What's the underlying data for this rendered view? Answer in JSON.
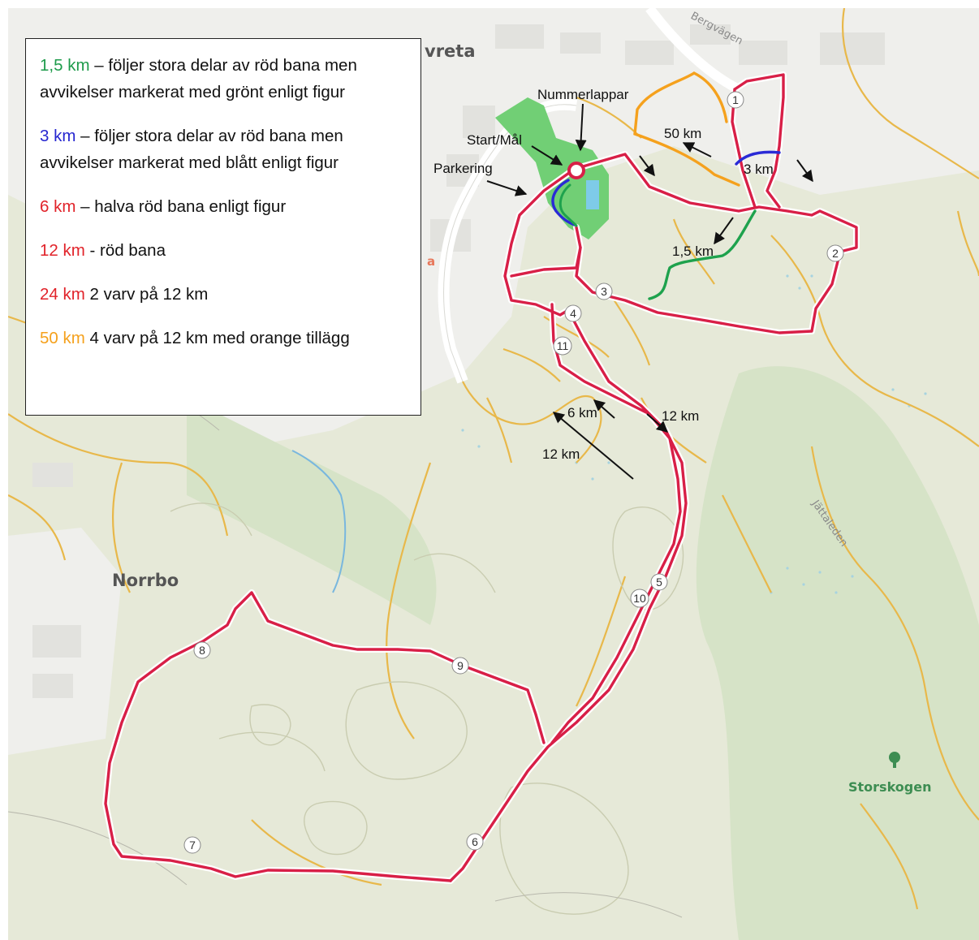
{
  "map": {
    "place_labels": {
      "avreta": "vreta",
      "norrbo": "Norrbo",
      "storskogen": "Storskogen",
      "partial": "a"
    },
    "road_labels": {
      "bergvagen": "Bergvägen",
      "jattaleden": "Jättaleden"
    },
    "annotations": {
      "nummerlappar": "Nummerlappar",
      "start_mal": "Start/Mål",
      "parkering": "Parkering",
      "km50": "50 km",
      "km3": "3 km",
      "km1_5": "1,5 km",
      "km6": "6 km",
      "km12_right": "12 km",
      "km12_left": "12 km"
    },
    "markers": [
      "1",
      "2",
      "3",
      "4",
      "5",
      "6",
      "7",
      "8",
      "9",
      "10",
      "11"
    ],
    "colors": {
      "route_red": "#d81f47",
      "green": "#1ea24d",
      "blue": "#2a2ad6",
      "orange": "#f5a11d",
      "land": "#e6e9d8",
      "forest": "#d4e2c6",
      "park": "#6fd173",
      "urban": "#f1f1ee",
      "trail": "#e8b84a"
    }
  },
  "legend": {
    "items": [
      {
        "distance": "1,5 km",
        "color": "green",
        "text": " – följer stora delar av röd bana men avvikelser markerat med grönt enligt figur"
      },
      {
        "distance": "3 km",
        "color": "blue",
        "text": " – följer stora delar av röd bana men avvikelser markerat med blått enligt figur"
      },
      {
        "distance": "6 km",
        "color": "red",
        "text": " – halva röd bana enligt figur"
      },
      {
        "distance": "12 km",
        "color": "red",
        "text": " - röd bana"
      },
      {
        "distance": "24 km",
        "color": "red",
        "text": " 2 varv på 12 km"
      },
      {
        "distance": "50 km",
        "color": "orange",
        "text": " 4 varv på 12 km med orange tillägg"
      }
    ]
  }
}
